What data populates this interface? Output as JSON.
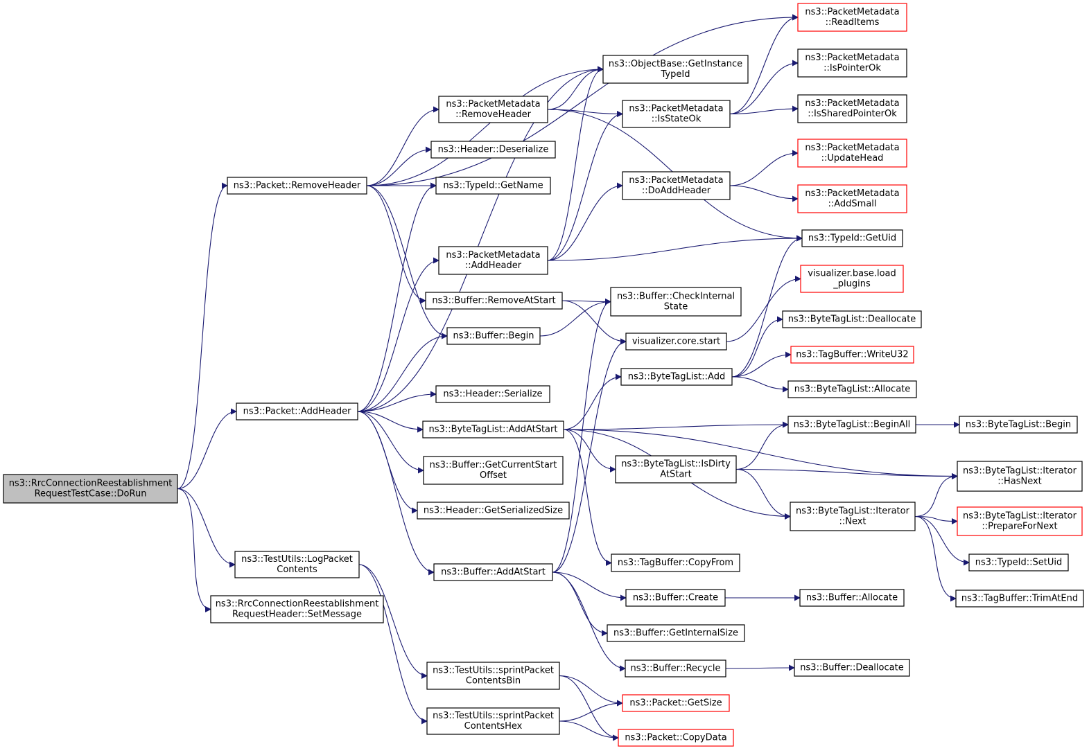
{
  "colors": {
    "edge": "#191970",
    "node_border": "#000000",
    "node_border_truncated": "#ff0000",
    "root_fill": "#bfbfbf",
    "node_fill": "#ffffff",
    "text": "#000000"
  },
  "nodes": [
    {
      "id": "root",
      "lines": [
        "ns3::RrcConnectionReestablishment",
        "RequestTestCase::DoRun"
      ],
      "root": true
    },
    {
      "id": "p_remove",
      "lines": [
        "ns3::Packet::RemoveHeader"
      ]
    },
    {
      "id": "p_add",
      "lines": [
        "ns3::Packet::AddHeader"
      ]
    },
    {
      "id": "tu_log",
      "lines": [
        "ns3::TestUtils::LogPacket",
        "Contents"
      ]
    },
    {
      "id": "rrc_set",
      "lines": [
        "ns3::RrcConnectionReestablishment",
        "RequestHeader::SetMessage"
      ]
    },
    {
      "id": "pm_remove",
      "lines": [
        "ns3::PacketMetadata",
        "::RemoveHeader"
      ]
    },
    {
      "id": "h_deser",
      "lines": [
        "ns3::Header::Deserialize"
      ]
    },
    {
      "id": "tid_name",
      "lines": [
        "ns3::TypeId::GetName"
      ]
    },
    {
      "id": "pm_add",
      "lines": [
        "ns3::PacketMetadata",
        "::AddHeader"
      ]
    },
    {
      "id": "b_remstart",
      "lines": [
        "ns3::Buffer::RemoveAtStart"
      ]
    },
    {
      "id": "b_begin",
      "lines": [
        "ns3::Buffer::Begin"
      ]
    },
    {
      "id": "h_ser",
      "lines": [
        "ns3::Header::Serialize"
      ]
    },
    {
      "id": "btl_addstart",
      "lines": [
        "ns3::ByteTagList::AddAtStart"
      ]
    },
    {
      "id": "b_curstart",
      "lines": [
        "ns3::Buffer::GetCurrentStart",
        "Offset"
      ]
    },
    {
      "id": "h_sersize",
      "lines": [
        "ns3::Header::GetSerializedSize"
      ]
    },
    {
      "id": "b_addstart",
      "lines": [
        "ns3::Buffer::AddAtStart"
      ]
    },
    {
      "id": "tu_bin",
      "lines": [
        "ns3::TestUtils::sprintPacket",
        "ContentsBin"
      ]
    },
    {
      "id": "tu_hex",
      "lines": [
        "ns3::TestUtils::sprintPacket",
        "ContentsHex"
      ]
    },
    {
      "id": "ob_gettid",
      "lines": [
        "ns3::ObjectBase::GetInstance",
        "TypeId"
      ]
    },
    {
      "id": "pm_stateok",
      "lines": [
        "ns3::PacketMetadata",
        "::IsStateOk"
      ]
    },
    {
      "id": "pm_doadd",
      "lines": [
        "ns3::PacketMetadata",
        "::DoAddHeader"
      ]
    },
    {
      "id": "b_checkint",
      "lines": [
        "ns3::Buffer::CheckInternal",
        "State"
      ]
    },
    {
      "id": "vis_start",
      "lines": [
        "visualizer.core.start"
      ]
    },
    {
      "id": "btl_add",
      "lines": [
        "ns3::ByteTagList::Add"
      ]
    },
    {
      "id": "btl_dirty",
      "lines": [
        "ns3::ByteTagList::IsDirty",
        "AtStart"
      ]
    },
    {
      "id": "tb_copyfrom",
      "lines": [
        "ns3::TagBuffer::CopyFrom"
      ]
    },
    {
      "id": "b_create",
      "lines": [
        "ns3::Buffer::Create"
      ]
    },
    {
      "id": "b_intsize",
      "lines": [
        "ns3::Buffer::GetInternalSize"
      ]
    },
    {
      "id": "b_recycle",
      "lines": [
        "ns3::Buffer::Recycle"
      ]
    },
    {
      "id": "p_getsize",
      "lines": [
        "ns3::Packet::GetSize"
      ],
      "truncated": true
    },
    {
      "id": "p_copydata",
      "lines": [
        "ns3::Packet::CopyData"
      ],
      "truncated": true
    },
    {
      "id": "pm_readitems",
      "lines": [
        "ns3::PacketMetadata",
        "::ReadItems"
      ],
      "truncated": true
    },
    {
      "id": "pm_ptrok",
      "lines": [
        "ns3::PacketMetadata",
        "::IsPointerOk"
      ]
    },
    {
      "id": "pm_sptrok",
      "lines": [
        "ns3::PacketMetadata",
        "::IsSharedPointerOk"
      ]
    },
    {
      "id": "pm_updhead",
      "lines": [
        "ns3::PacketMetadata",
        "::UpdateHead"
      ],
      "truncated": true
    },
    {
      "id": "pm_addsmall",
      "lines": [
        "ns3::PacketMetadata",
        "::AddSmall"
      ],
      "truncated": true
    },
    {
      "id": "tid_uid",
      "lines": [
        "ns3::TypeId::GetUid"
      ]
    },
    {
      "id": "vis_load",
      "lines": [
        "visualizer.base.load",
        "_plugins"
      ],
      "truncated": true
    },
    {
      "id": "btl_dealloc",
      "lines": [
        "ns3::ByteTagList::Deallocate"
      ]
    },
    {
      "id": "tb_wu32",
      "lines": [
        "ns3::TagBuffer::WriteU32"
      ],
      "truncated": true
    },
    {
      "id": "btl_alloc",
      "lines": [
        "ns3::ByteTagList::Allocate"
      ]
    },
    {
      "id": "btl_beginall",
      "lines": [
        "ns3::ByteTagList::BeginAll"
      ]
    },
    {
      "id": "btl_it_next",
      "lines": [
        "ns3::ByteTagList::Iterator",
        "::Next"
      ]
    },
    {
      "id": "b_alloc",
      "lines": [
        "ns3::Buffer::Allocate"
      ]
    },
    {
      "id": "b_dealloc",
      "lines": [
        "ns3::Buffer::Deallocate"
      ]
    },
    {
      "id": "btl_begin",
      "lines": [
        "ns3::ByteTagList::Begin"
      ]
    },
    {
      "id": "btl_it_hasnext",
      "lines": [
        "ns3::ByteTagList::Iterator",
        "::HasNext"
      ]
    },
    {
      "id": "btl_it_prep",
      "lines": [
        "ns3::ByteTagList::Iterator",
        "::PrepareForNext"
      ],
      "truncated": true
    },
    {
      "id": "tid_setuid",
      "lines": [
        "ns3::TypeId::SetUid"
      ]
    },
    {
      "id": "tb_trim",
      "lines": [
        "ns3::TagBuffer::TrimAtEnd"
      ]
    }
  ],
  "edges": [
    [
      "root",
      "p_remove"
    ],
    [
      "root",
      "p_add"
    ],
    [
      "root",
      "tu_log"
    ],
    [
      "root",
      "rrc_set"
    ],
    [
      "p_remove",
      "pm_readitems"
    ],
    [
      "p_remove",
      "ob_gettid"
    ],
    [
      "p_remove",
      "pm_remove"
    ],
    [
      "p_remove",
      "h_deser"
    ],
    [
      "p_remove",
      "tid_name"
    ],
    [
      "p_remove",
      "b_remstart"
    ],
    [
      "p_remove",
      "b_begin"
    ],
    [
      "pm_remove",
      "ob_gettid"
    ],
    [
      "pm_remove",
      "pm_stateok"
    ],
    [
      "pm_remove",
      "tid_uid"
    ],
    [
      "p_add",
      "tid_name"
    ],
    [
      "p_add",
      "ob_gettid"
    ],
    [
      "p_add",
      "pm_add"
    ],
    [
      "p_add",
      "b_begin"
    ],
    [
      "p_add",
      "h_ser"
    ],
    [
      "p_add",
      "btl_addstart"
    ],
    [
      "p_add",
      "b_curstart"
    ],
    [
      "p_add",
      "h_sersize"
    ],
    [
      "p_add",
      "b_addstart"
    ],
    [
      "pm_add",
      "ob_gettid"
    ],
    [
      "pm_add",
      "pm_stateok"
    ],
    [
      "pm_add",
      "pm_doadd"
    ],
    [
      "pm_add",
      "tid_uid"
    ],
    [
      "b_remstart",
      "b_checkint"
    ],
    [
      "b_remstart",
      "vis_start"
    ],
    [
      "b_begin",
      "b_checkint"
    ],
    [
      "btl_addstart",
      "btl_add"
    ],
    [
      "btl_addstart",
      "btl_beginall"
    ],
    [
      "btl_addstart",
      "btl_it_hasnext"
    ],
    [
      "btl_addstart",
      "btl_dirty"
    ],
    [
      "btl_addstart",
      "btl_it_next"
    ],
    [
      "btl_addstart",
      "tb_copyfrom"
    ],
    [
      "b_addstart",
      "b_checkint"
    ],
    [
      "b_addstart",
      "vis_start"
    ],
    [
      "b_addstart",
      "b_create"
    ],
    [
      "b_addstart",
      "b_intsize"
    ],
    [
      "b_addstart",
      "b_recycle"
    ],
    [
      "tu_log",
      "tu_bin"
    ],
    [
      "tu_log",
      "tu_hex"
    ],
    [
      "tu_bin",
      "p_getsize"
    ],
    [
      "tu_bin",
      "p_copydata"
    ],
    [
      "tu_hex",
      "p_getsize"
    ],
    [
      "tu_hex",
      "p_copydata"
    ],
    [
      "pm_stateok",
      "pm_readitems"
    ],
    [
      "pm_stateok",
      "pm_ptrok"
    ],
    [
      "pm_stateok",
      "pm_sptrok"
    ],
    [
      "pm_doadd",
      "pm_updhead"
    ],
    [
      "pm_doadd",
      "pm_addsmall"
    ],
    [
      "vis_start",
      "vis_load"
    ],
    [
      "btl_add",
      "tid_uid"
    ],
    [
      "btl_add",
      "btl_dealloc"
    ],
    [
      "btl_add",
      "tb_wu32"
    ],
    [
      "btl_add",
      "btl_alloc"
    ],
    [
      "btl_beginall",
      "btl_begin"
    ],
    [
      "btl_dirty",
      "btl_beginall"
    ],
    [
      "btl_dirty",
      "btl_it_hasnext"
    ],
    [
      "btl_dirty",
      "btl_it_next"
    ],
    [
      "btl_it_next",
      "btl_it_hasnext"
    ],
    [
      "btl_it_next",
      "btl_it_prep"
    ],
    [
      "btl_it_next",
      "tid_setuid"
    ],
    [
      "btl_it_next",
      "tb_trim"
    ],
    [
      "b_create",
      "b_alloc"
    ],
    [
      "b_recycle",
      "b_dealloc"
    ]
  ]
}
